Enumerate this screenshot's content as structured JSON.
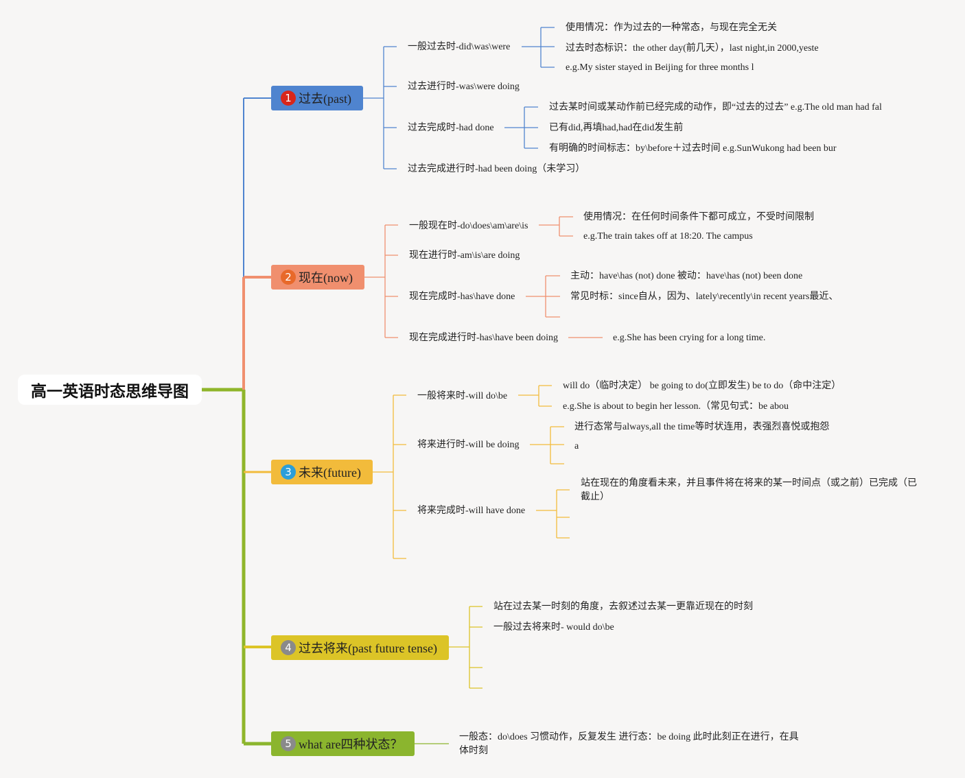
{
  "root": {
    "title": "高一英语时态思维导图"
  },
  "colors": {
    "past": "#4f84cf",
    "now": "#f08f6e",
    "future": "#f2bb3b",
    "past_future": "#dcc427",
    "states": "#8bb52e",
    "root_line": "#8fb52a"
  },
  "branches": [
    {
      "badge": "1",
      "badge_color": "#d8261b",
      "label": "过去(past)",
      "children": [
        {
          "label": "一般过去时-did\\was\\were",
          "details": [
            "使用情况：作为过去的一种常态，与现在完全无关",
            "过去时态标识：the other day(前几天），last night,in 2000,yeste",
            "e.g.My sister stayed in Beijing for three months l"
          ]
        },
        {
          "label": "过去进行时-was\\were doing"
        },
        {
          "label": "过去完成时-had done",
          "details": [
            "过去某时间或某动作前已经完成的动作，即“过去的过去” e.g.The old man had fal",
            "已有did,再填had,had在did发生前",
            "有明确的时间标志：by\\before＋过去时间 e.g.SunWukong had been bur"
          ]
        },
        {
          "label": "过去完成进行时-had been doing（未学习）"
        }
      ]
    },
    {
      "badge": "2",
      "badge_color": "#e8692a",
      "label": "现在(now)",
      "children": [
        {
          "label": "一般现在时-do\\does\\am\\are\\is",
          "details": [
            "使用情况：在任何时间条件下都可成立，不受时间限制",
            "e.g.The train takes off at 18:20. The campus"
          ]
        },
        {
          "label": "现在进行时-am\\is\\are doing"
        },
        {
          "label": "现在完成时-has\\have done",
          "details": [
            "主动：have\\has (not) done 被动：have\\has (not) been done",
            "常见时标：since自从，因为、lately\\recently\\in recent years最近、"
          ]
        },
        {
          "label": "现在完成进行时-has\\have been doing",
          "details": [
            "e.g.She has been crying for a long time."
          ]
        }
      ]
    },
    {
      "badge": "3",
      "badge_color": "#2b9ed8",
      "label": "未来(future)",
      "children": [
        {
          "label": "一般将来时-will do\\be",
          "details": [
            "will do（临时决定） be going to do(立即发生) be to do（命中注定）",
            "e.g.She is about to begin her lesson.（常见句式：be abou"
          ]
        },
        {
          "label": "将来进行时-will be doing",
          "details": [
            "进行态常与always,all the time等时状连用，表强烈喜悦或抱怨",
            "a"
          ]
        },
        {
          "label": "将来完成时-will have done",
          "details": [
            "站在现在的角度看未来，并且事件将在将来的某一时间点（或之前）已完成（已截止）"
          ]
        }
      ]
    },
    {
      "badge": "4",
      "badge_color": "#8a8a8a",
      "label": "过去将来(past future tense)",
      "children": [
        {
          "label": "站在过去某一时刻的角度，去叙述过去某一更靠近现在的时刻"
        },
        {
          "label": "一般过去将来时- would do\\be"
        }
      ]
    },
    {
      "badge": "5",
      "badge_color": "#8a8a8a",
      "label": "what are四种状态？",
      "children": [
        {
          "label": "一般态：do\\does 习惯动作，反复发生 进行态：be doing 此时此刻正在进行，在具体时刻"
        }
      ]
    }
  ]
}
